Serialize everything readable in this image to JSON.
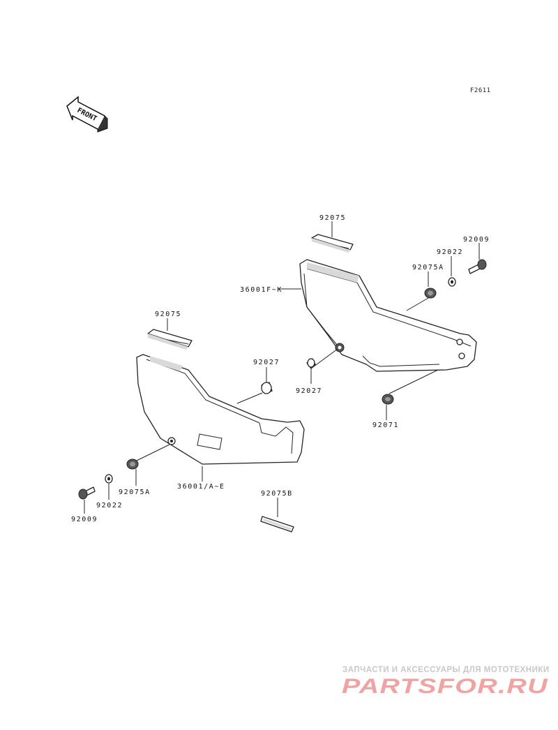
{
  "figure_code": "F2611",
  "front_arrow_text": "FRONT",
  "labels": {
    "upper_grip": "92075",
    "upper_screw": "92009",
    "upper_washer": "92022",
    "upper_grommet": "92075A",
    "right_cover": "36001F~K",
    "right_pin": "92027",
    "right_bottom_grommet": "92071",
    "left_grip": "92075",
    "left_pin": "92027",
    "left_cover": "36001/A~E",
    "left_grommet": "92075A",
    "left_washer": "92022",
    "left_screw": "92009",
    "pad": "92075B"
  },
  "watermark": {
    "subtitle": "ЗАПЧАСТИ И АКСЕССУАРЫ ДЛЯ МОТОТЕХНИКИ",
    "brand": "PARTSFOR.RU",
    "color": "#f0a3a3"
  }
}
